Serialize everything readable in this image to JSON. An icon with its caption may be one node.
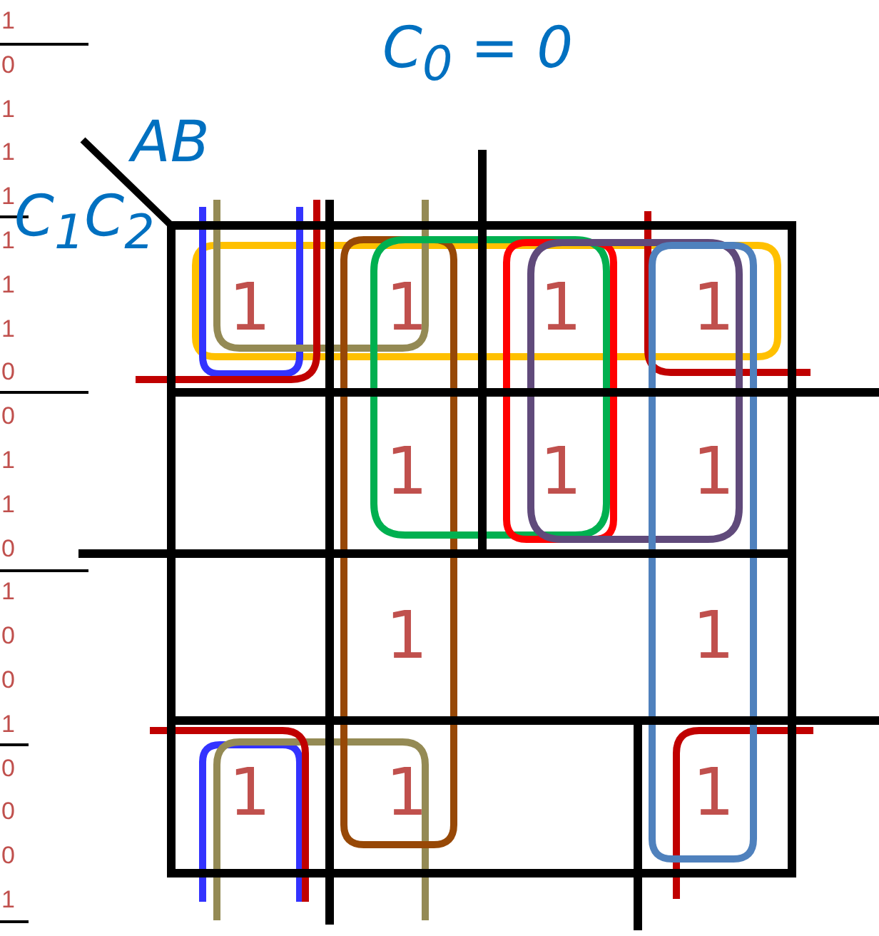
{
  "diagram": {
    "title": "C$_{0}$ = 0",
    "labels": [
      "AB",
      "C$_{1}$C$_{2}$",
      "1",
      "1",
      "1",
      "1",
      "1",
      "1",
      "1",
      "1",
      "1",
      "1",
      "1",
      "1",
      "1",
      "0",
      "1",
      "1",
      "1",
      "1",
      "1",
      "1",
      "0",
      "0",
      "1",
      "1",
      "0",
      "1",
      "0",
      "0",
      "1",
      "0",
      "0",
      "0",
      "1"
    ]
  }
}
